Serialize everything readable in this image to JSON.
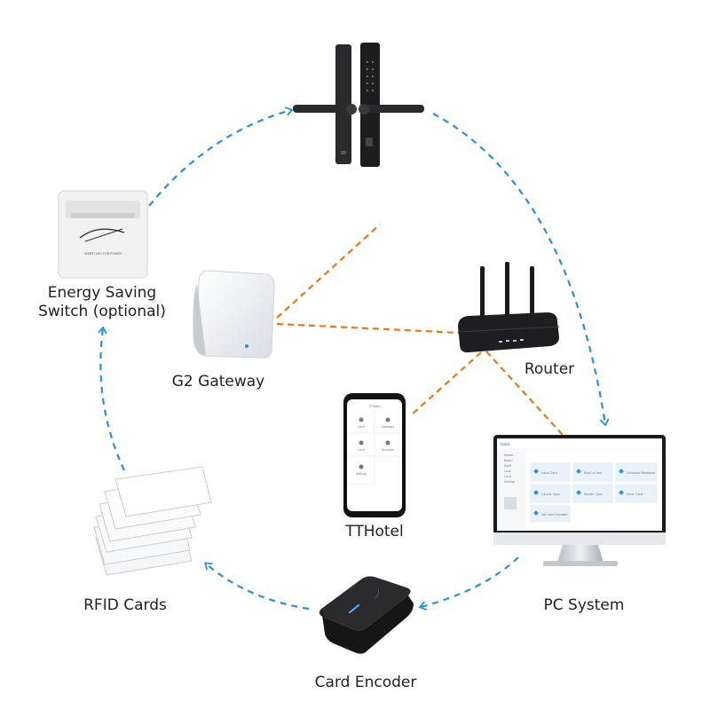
{
  "labels": {
    "energy_switch": "Energy Saving\nSwitch (optional)",
    "gateway": "G2 Gateway",
    "router": "Router",
    "tthotel": "TTHotel",
    "rfid": "RFID Cards",
    "pc": "PC System",
    "encoder": "Card Encoder"
  },
  "pc_screen": {
    "menu_items": [
      "Home",
      "Room",
      "Staff",
      "Lock",
      "Card",
      "Setting"
    ],
    "tiles": [
      "Issue Card",
      "Read or Key",
      "Common Password",
      "Cancel Card",
      "Master Card",
      "Clear Card",
      "Set Card Encoder"
    ]
  },
  "phone_screen": {
    "title": "TTHotel",
    "items": [
      "Lock",
      "Gateway",
      "Card",
      "Encoder",
      "Setting"
    ]
  },
  "switch_print": {
    "text": "INSERT KEY FOR POWER"
  },
  "colors": {
    "blue_dash": "#2b8fd6",
    "orange_dash": "#e07a1f"
  }
}
